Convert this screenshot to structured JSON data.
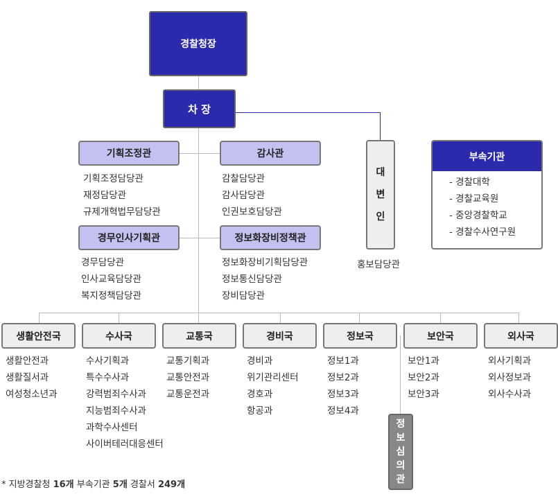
{
  "chief": "경찰청장",
  "deputy": "차 장",
  "offices": {
    "planning": {
      "title": "기획조정관",
      "items": [
        "기획조정담당관",
        "재정담당관",
        "규제개혁법무담당관"
      ]
    },
    "audit": {
      "title": "감사관",
      "items": [
        "감찰담당관",
        "감사담당관",
        "인권보호담당관"
      ]
    },
    "personnel": {
      "title": "경무인사기획관",
      "items": [
        "경무담당관",
        "인사교육담당관",
        "복지정책담당관"
      ]
    },
    "it": {
      "title": "정보화장비정책관",
      "items": [
        "정보화장비기획담당관",
        "정보통신담당관",
        "장비담당관"
      ]
    }
  },
  "spokesperson": {
    "chars": [
      "대",
      "변",
      "인"
    ],
    "sub": "홍보담당관"
  },
  "affiliated": {
    "title": "부속기관",
    "items": [
      "- 경찰대학",
      "- 경찰교육원",
      "- 중앙경찰학교",
      "- 경찰수사연구원"
    ]
  },
  "bureaus": [
    {
      "title": "생활안전국",
      "items": [
        "생활안전과",
        "생활질서과",
        "여성청소년과"
      ]
    },
    {
      "title": "수사국",
      "items": [
        "수사기획과",
        "특수수사과",
        "강력범죄수사과",
        "지능범죄수사과",
        "과학수사센터",
        "사이버테러대응센터"
      ]
    },
    {
      "title": "교통국",
      "items": [
        "교통기획과",
        "교통안전과",
        "교통운전과"
      ]
    },
    {
      "title": "경비국",
      "items": [
        "경비과",
        "위기관리센터",
        "경호과",
        "항공과"
      ]
    },
    {
      "title": "정보국",
      "items": [
        "정보1과",
        "정보2과",
        "정보3과",
        "정보4과"
      ]
    },
    {
      "title": "보안국",
      "items": [
        "보안1과",
        "보안2과",
        "보안3과"
      ]
    },
    {
      "title": "외사국",
      "items": [
        "외사기획과",
        "외사정보과",
        "외사수사과"
      ]
    }
  ],
  "intel_review": {
    "chars": [
      "정",
      "보",
      "심",
      "의",
      "관"
    ]
  },
  "footer": {
    "star": "*",
    "t1": "지방경찰청",
    "n1": "16개",
    "t2": "부속기관",
    "n2": "5개",
    "t3": "경찰서",
    "n3": "249개"
  }
}
